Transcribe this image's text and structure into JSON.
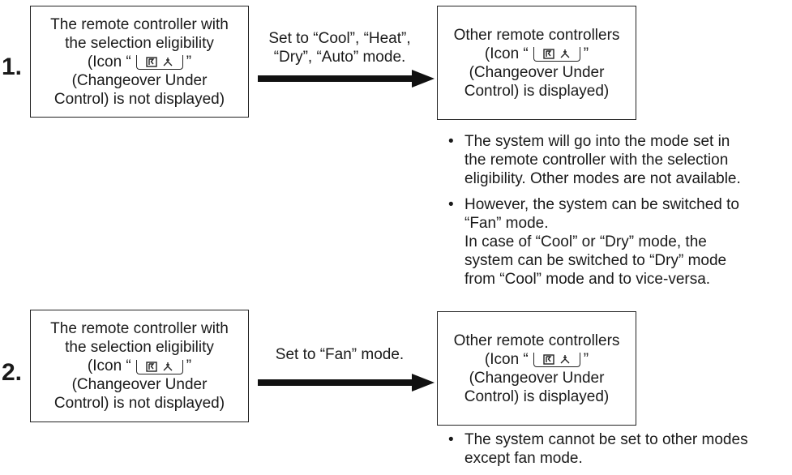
{
  "steps": [
    {
      "number": "1.",
      "left_box": {
        "line1": "The remote controller with",
        "line2": "the selection eligibility",
        "icon_prefix": "(Icon “",
        "icon_suffix": "”",
        "line4": "(Changeover Under",
        "line5": "Control) is not displayed)"
      },
      "arrow_label": {
        "line1": "Set to “Cool”, “Heat”,",
        "line2": "“Dry”, “Auto” mode."
      },
      "right_box": {
        "line1": "Other remote controllers",
        "icon_prefix": "(Icon “",
        "icon_suffix": "”",
        "line3": "(Changeover Under",
        "line4": "Control) is displayed)"
      },
      "bullets": [
        {
          "symbol": "•",
          "lines": [
            "The system will go into the mode set in",
            "the remote controller with the selection",
            "eligibility. Other modes are not available."
          ]
        },
        {
          "symbol": "•",
          "lines": [
            "However, the system can be switched to",
            "“Fan” mode.",
            "In case of “Cool” or “Dry” mode, the",
            "system can be switched to “Dry” mode",
            "from “Cool” mode and to vice-versa."
          ]
        }
      ]
    },
    {
      "number": "2.",
      "left_box": {
        "line1": "The remote controller with",
        "line2": "the selection eligibility",
        "icon_prefix": "(Icon “",
        "icon_suffix": "”",
        "line4": "(Changeover Under",
        "line5": "Control) is not displayed)"
      },
      "arrow_label": {
        "line1": "Set to “Fan” mode."
      },
      "right_box": {
        "line1": "Other remote controllers",
        "icon_prefix": "(Icon “",
        "icon_suffix": "”",
        "line3": "(Changeover Under",
        "line4": "Control) is displayed)"
      },
      "bullets": [
        {
          "symbol": "•",
          "lines": [
            "The system cannot be set to other modes",
            "except fan mode."
          ]
        }
      ]
    }
  ],
  "icons": {
    "changeover_icon": "changeover-under-control-icon"
  }
}
